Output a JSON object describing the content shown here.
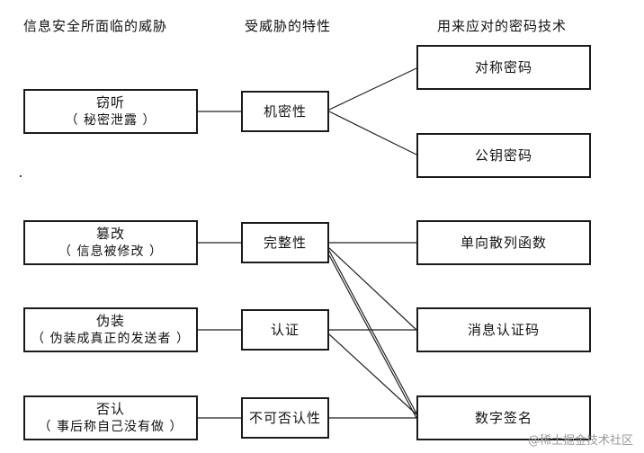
{
  "headers": {
    "threats": "信息安全所面临的威胁",
    "properties": "受威胁的特性",
    "techniques": "用来应对的密码技术"
  },
  "threats": [
    {
      "label": "窃听",
      "sub": "（ 秘密泄露 ）"
    },
    {
      "label": "篡改",
      "sub": "（ 信息被修改 ）"
    },
    {
      "label": "伪装",
      "sub": "（ 伪装成真正的发送者 ）"
    },
    {
      "label": "否认",
      "sub": "（ 事后称自己没有做 ）"
    }
  ],
  "properties": [
    {
      "label": "机密性"
    },
    {
      "label": "完整性"
    },
    {
      "label": "认证"
    },
    {
      "label": "不可否认性"
    }
  ],
  "techniques": [
    {
      "label": "对称密码"
    },
    {
      "label": "公钥密码"
    },
    {
      "label": "单向散列函数"
    },
    {
      "label": "消息认证码"
    },
    {
      "label": "数字签名"
    }
  ],
  "watermark": "@稀土掘金技术社区"
}
